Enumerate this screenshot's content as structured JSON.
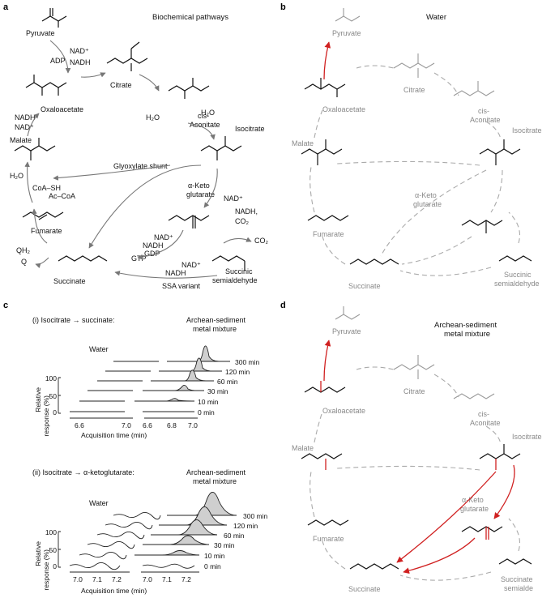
{
  "panels": {
    "a": {
      "letter": "a",
      "title": "Biochemical pathways",
      "molecules": {
        "pyruvate": "Pyruvate",
        "oxaloacetate": "Oxaloacetate",
        "citrate": "Citrate",
        "cis_aconitate_1": "cis-",
        "cis_aconitate_2": "Aconitate",
        "isocitrate": "Isocitrate",
        "malate": "Malate",
        "akg_1": "α-Keto",
        "akg_2": "glutarate",
        "fumarate": "Fumarate",
        "succinate": "Succinate",
        "ssa_1": "Succinic",
        "ssa_2": "semialdehyde"
      },
      "cofactors": {
        "adp": "ADP",
        "nadp": "NAD⁺",
        "nadh1": "NADH",
        "h2o1": "H₂O",
        "h2o2": "H₂O",
        "nadh2": "NADH",
        "nadp2": "NAD⁺",
        "nadp3": "NAD⁺",
        "nadh_co2_1": "NADH,",
        "nadh_co2_2": "CO₂",
        "glyoxylate": "Glyoxylate shunt",
        "coash": "CoA–SH",
        "accoa": "Ac–CoA",
        "h2o3": "H₂O",
        "qh2": "QH₂",
        "q": "Q",
        "nadp4": "NAD⁺",
        "nadh3": "NADH",
        "gdp": "GDP",
        "gtp": "GTP",
        "nadp5": "NAD⁺",
        "nadh4": "NADH",
        "co2": "CO₂",
        "ssa_variant": "SSA variant"
      }
    },
    "b": {
      "letter": "b",
      "title": "Water",
      "molecules": {
        "pyruvate": "Pyruvate",
        "oxaloacetate": "Oxaloacetate",
        "citrate": "Citrate",
        "cis_aconitate_1": "cis-",
        "cis_aconitate_2": "Aconitate",
        "isocitrate": "Isocitrate",
        "malate": "Malate",
        "akg_1": "α-Keto",
        "akg_2": "glutarate",
        "fumarate": "Fumarate",
        "succinate": "Succinate",
        "ssa_1": "Succinic",
        "ssa_2": "semialdehyde"
      }
    },
    "c": {
      "letter": "c",
      "sub_i": {
        "title": "(i) Isocitrate → succinate:",
        "left_label": "Water",
        "right_label_1": "Archean-sediment",
        "right_label_2": "metal mixture",
        "ylabel_1": "Relative",
        "ylabel_2": "response (%)",
        "yticks": [
          "100",
          "50",
          "0"
        ],
        "xticks_left": [
          "6.6",
          "7.0"
        ],
        "xticks_right": [
          "6.6",
          "6.8",
          "7.0"
        ],
        "xlabel": "Acquisition time (min)",
        "times": [
          "300 min",
          "120 min",
          "60 min",
          "30 min",
          "10 min",
          "0 min"
        ]
      },
      "sub_ii": {
        "title": "(ii) Isocitrate → α-ketoglutarate:",
        "left_label": "Water",
        "right_label_1": "Archean-sediment",
        "right_label_2": "metal mixture",
        "ylabel_1": "Relative",
        "ylabel_2": "response (%)",
        "yticks": [
          "100",
          "50",
          "0"
        ],
        "xticks_left": [
          "7.0",
          "7.1",
          "7.2"
        ],
        "xticks_right": [
          "7.0",
          "7.1",
          "7.2"
        ],
        "xlabel": "Acquisition time (min)",
        "times": [
          "300 min",
          "120 min",
          "60 min",
          "30 min",
          "10 min",
          "0 min"
        ]
      }
    },
    "d": {
      "letter": "d",
      "title_1": "Archean-sediment",
      "title_2": "metal mixture",
      "molecules": {
        "pyruvate": "Pyruvate",
        "oxaloacetate": "Oxaloacetate",
        "citrate": "Citrate",
        "cis_aconitate_1": "cis-",
        "cis_aconitate_2": "Aconitate",
        "isocitrate": "Isocitrate",
        "malate": "Malate",
        "akg_1": "α-Keto",
        "akg_2": "glutarate",
        "fumarate": "Fumarate",
        "succinate": "Succinate",
        "ssa_1": "Succinate",
        "ssa_2": "semialde"
      }
    }
  },
  "colors": {
    "ink": "#111111",
    "grey": "#888888",
    "arrow_grey": "#777777",
    "dashed": "#aaaaaa",
    "red": "#d02020",
    "peak_fill": "#cfcfcf"
  }
}
